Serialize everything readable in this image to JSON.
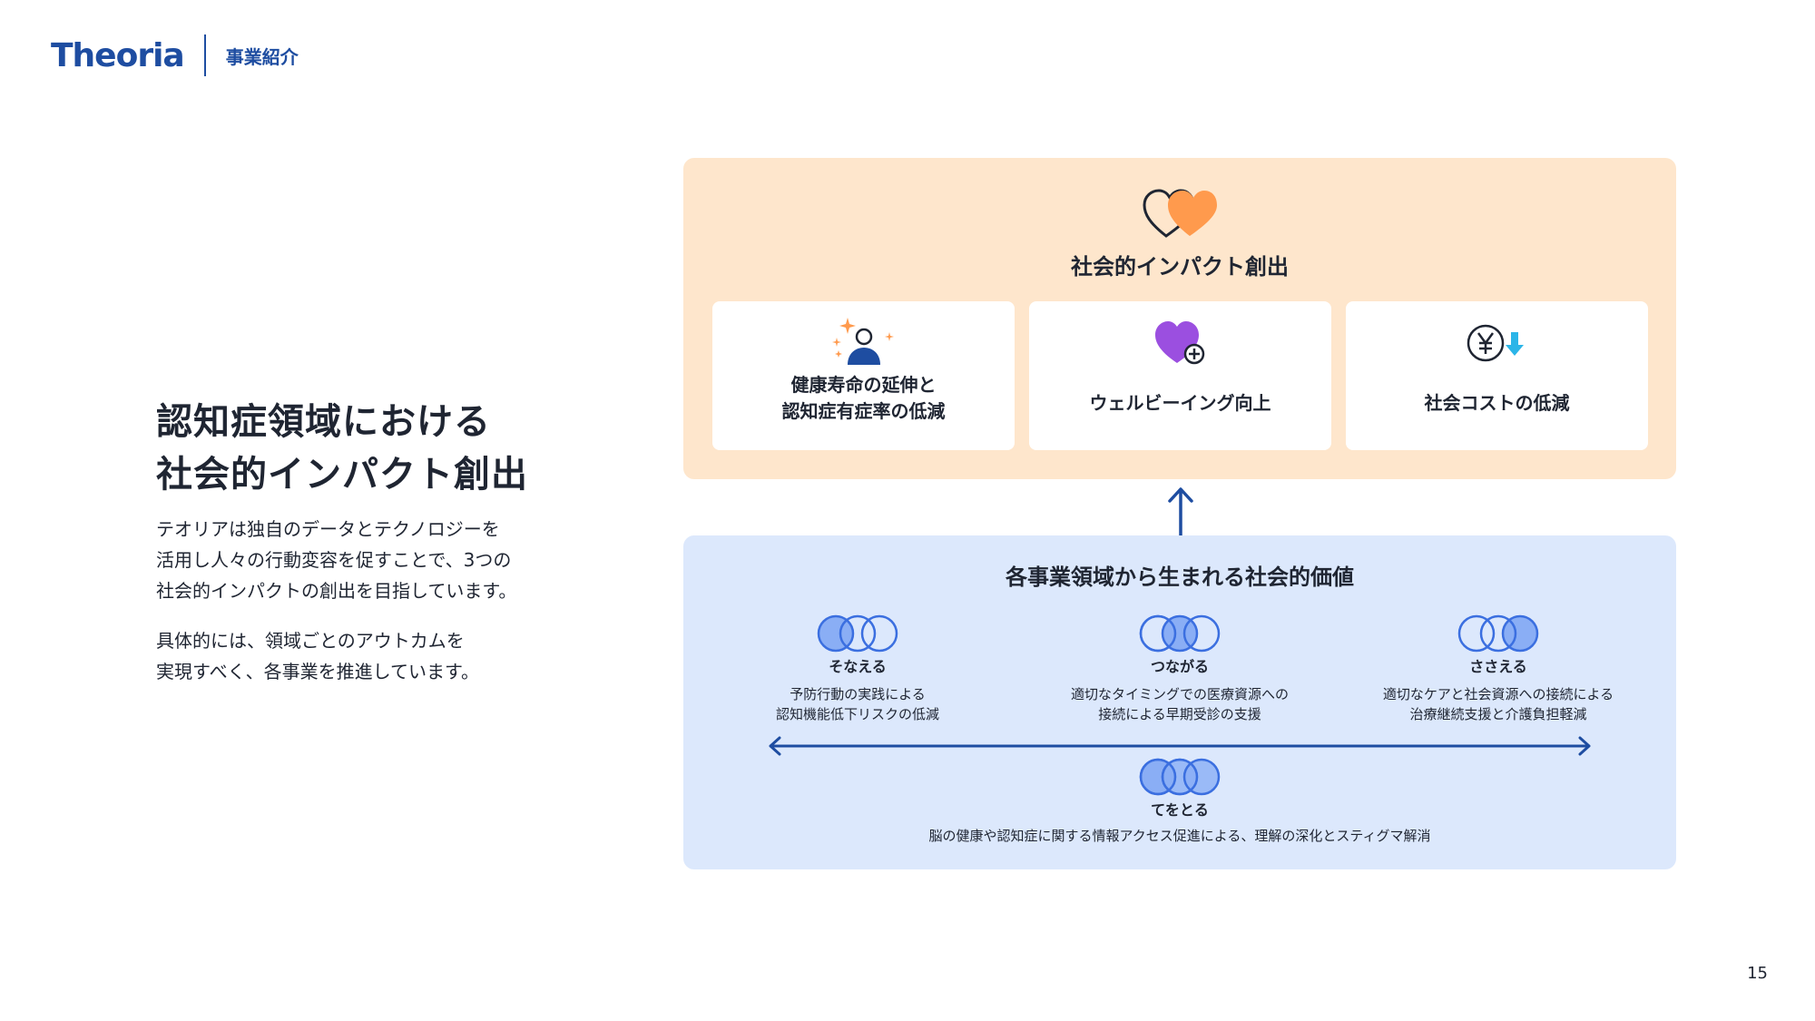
{
  "header": {
    "logo": "Theoria",
    "section": "事業紹介"
  },
  "left": {
    "headline": [
      "認知症領域における",
      "社会的インパクト創出"
    ],
    "paragraph1": [
      "テオリアは独自のデータとテクノロジーを",
      "活用し人々の行動変容を促すことで、3つの",
      "社会的インパクトの創出を目指しています。"
    ],
    "paragraph2": [
      "具体的には、領域ごとのアウトカムを",
      "実現すべく、各事業を推進しています。"
    ]
  },
  "impact": {
    "title": "社会的インパクト創出",
    "icon": "hearts-icon",
    "cards": [
      {
        "lines": [
          "健康寿命の延伸と",
          "認知症有症率の低減"
        ],
        "icon": "person-sparkle-icon"
      },
      {
        "lines": [
          "ウェルビーイング向上"
        ],
        "icon": "heart-plus-icon"
      },
      {
        "lines": [
          "社会コストの低減"
        ],
        "icon": "yen-down-icon"
      }
    ]
  },
  "values": {
    "title": "各事業領域から生まれる社会的価値",
    "items": [
      {
        "name": "そなえる",
        "desc": [
          "予防行動の実践による",
          "認知機能低下リスクの低減"
        ]
      },
      {
        "name": "つながる",
        "desc": [
          "適切なタイミングでの医療資源への",
          "接続による早期受診の支援"
        ]
      },
      {
        "name": "ささえる",
        "desc": [
          "適切なケアと社会資源への接続による",
          "治療継続支援と介護負担軽減"
        ]
      },
      {
        "name": "てをとる",
        "desc": [
          "脳の健康や認知症に関する情報アクセス促進による、理解の深化とスティグマ解消"
        ]
      }
    ]
  },
  "colors": {
    "brand": "#1e4da1",
    "orange_panel": "#fee6cc",
    "blue_panel": "#dce8fc",
    "accent_orange": "#ff9a4d",
    "accent_purple": "#9b4fe0",
    "accent_cyan": "#2bb5e8"
  },
  "page_number": "15"
}
